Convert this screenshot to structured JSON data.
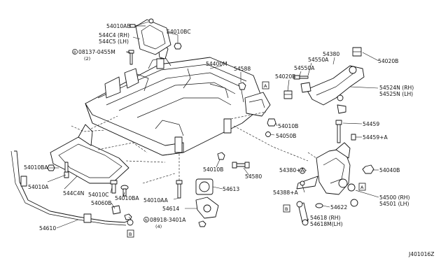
{
  "diagram_id": "J401016Z",
  "part_labels": [
    "54010AB",
    "544C4 (RH)",
    "544C5 (LH)",
    "54010BC",
    "08137-0455M",
    "(2)",
    "54400M",
    "54588",
    "54380",
    "54550A",
    "54550A",
    "54020B",
    "54020B",
    "54524N (RH)",
    "54525N (LH)",
    "A",
    "54010B",
    "54050B",
    "54459",
    "54459+A",
    "54010BA",
    "54010A",
    "544C4N",
    "54010C",
    "54010BA",
    "54010B",
    "54580",
    "54613",
    "54010AA",
    "54614",
    "54060B",
    "08918-3401A",
    "(4)",
    "B",
    "54610",
    "54380+A",
    "54040B",
    "A",
    "54388+A",
    "54622",
    "54500 (RH)",
    "54501 (LH)",
    "B",
    "54618 (RH)",
    "54618M(LH)"
  ]
}
